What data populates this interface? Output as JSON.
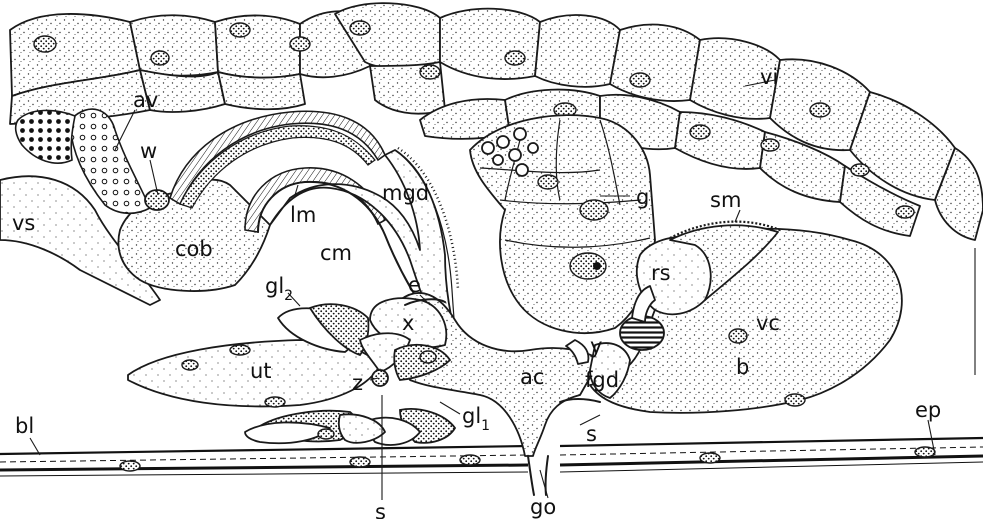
{
  "labels": {
    "vi": "vi",
    "av": "av",
    "w": "w",
    "vs": "vs",
    "cob": "cob",
    "lm": "lm",
    "cm": "cm",
    "mgd": "mgd",
    "g": "g",
    "sm": "sm",
    "rs": "rs",
    "vc": "vc",
    "e": "e",
    "gl2_base": "gl",
    "gl2_sub": "2",
    "x": "x",
    "y": "y",
    "ut": "ut",
    "z": "z",
    "ac": "ac",
    "fgd": "fgd",
    "b": "b",
    "gl1_base": "gl",
    "gl1_sub": "1",
    "s_right": "s",
    "s_bottom": "s",
    "bl": "bl",
    "ep": "ep",
    "go": "go"
  }
}
